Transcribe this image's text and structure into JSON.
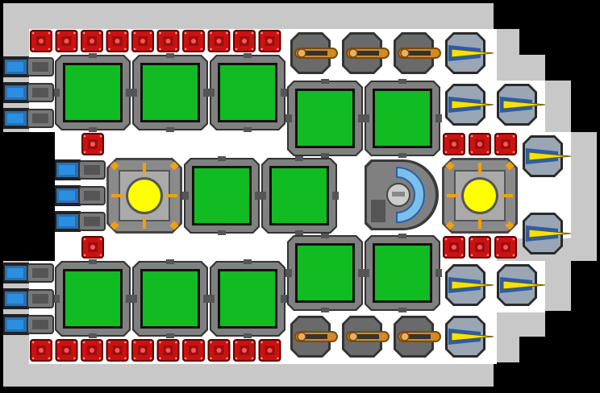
{
  "ship": {
    "hull_color": "#c8c8c8",
    "floor_color": "#ffffff",
    "background_color": "#000000"
  },
  "blocks": {
    "armor": {
      "name": "armor-block",
      "fill": "#cc1111",
      "stud": "#ff5555",
      "border": "#660000"
    },
    "room": {
      "name": "room-module",
      "frame": "#808080",
      "edge": "#333333",
      "floor": "#11bb22",
      "border": "#0a5a10"
    },
    "reactor": {
      "name": "reactor-core",
      "frame": "#8a8a8a",
      "core": "#ffff00",
      "accent": "#f0a010"
    },
    "cannon": {
      "name": "cannon-turret",
      "body": "#6a6a6a",
      "barrel": "#d48a20"
    },
    "laser": {
      "name": "laser-turret",
      "body": "#2a5da8",
      "beam": "#f5e010"
    },
    "thruster": {
      "name": "thruster-unit",
      "body": "#4a4a4a",
      "nozzle": "#2a8fe0"
    },
    "cockpit": {
      "name": "command-cockpit",
      "body": "#808080",
      "glass": "#7ac0ea"
    }
  }
}
